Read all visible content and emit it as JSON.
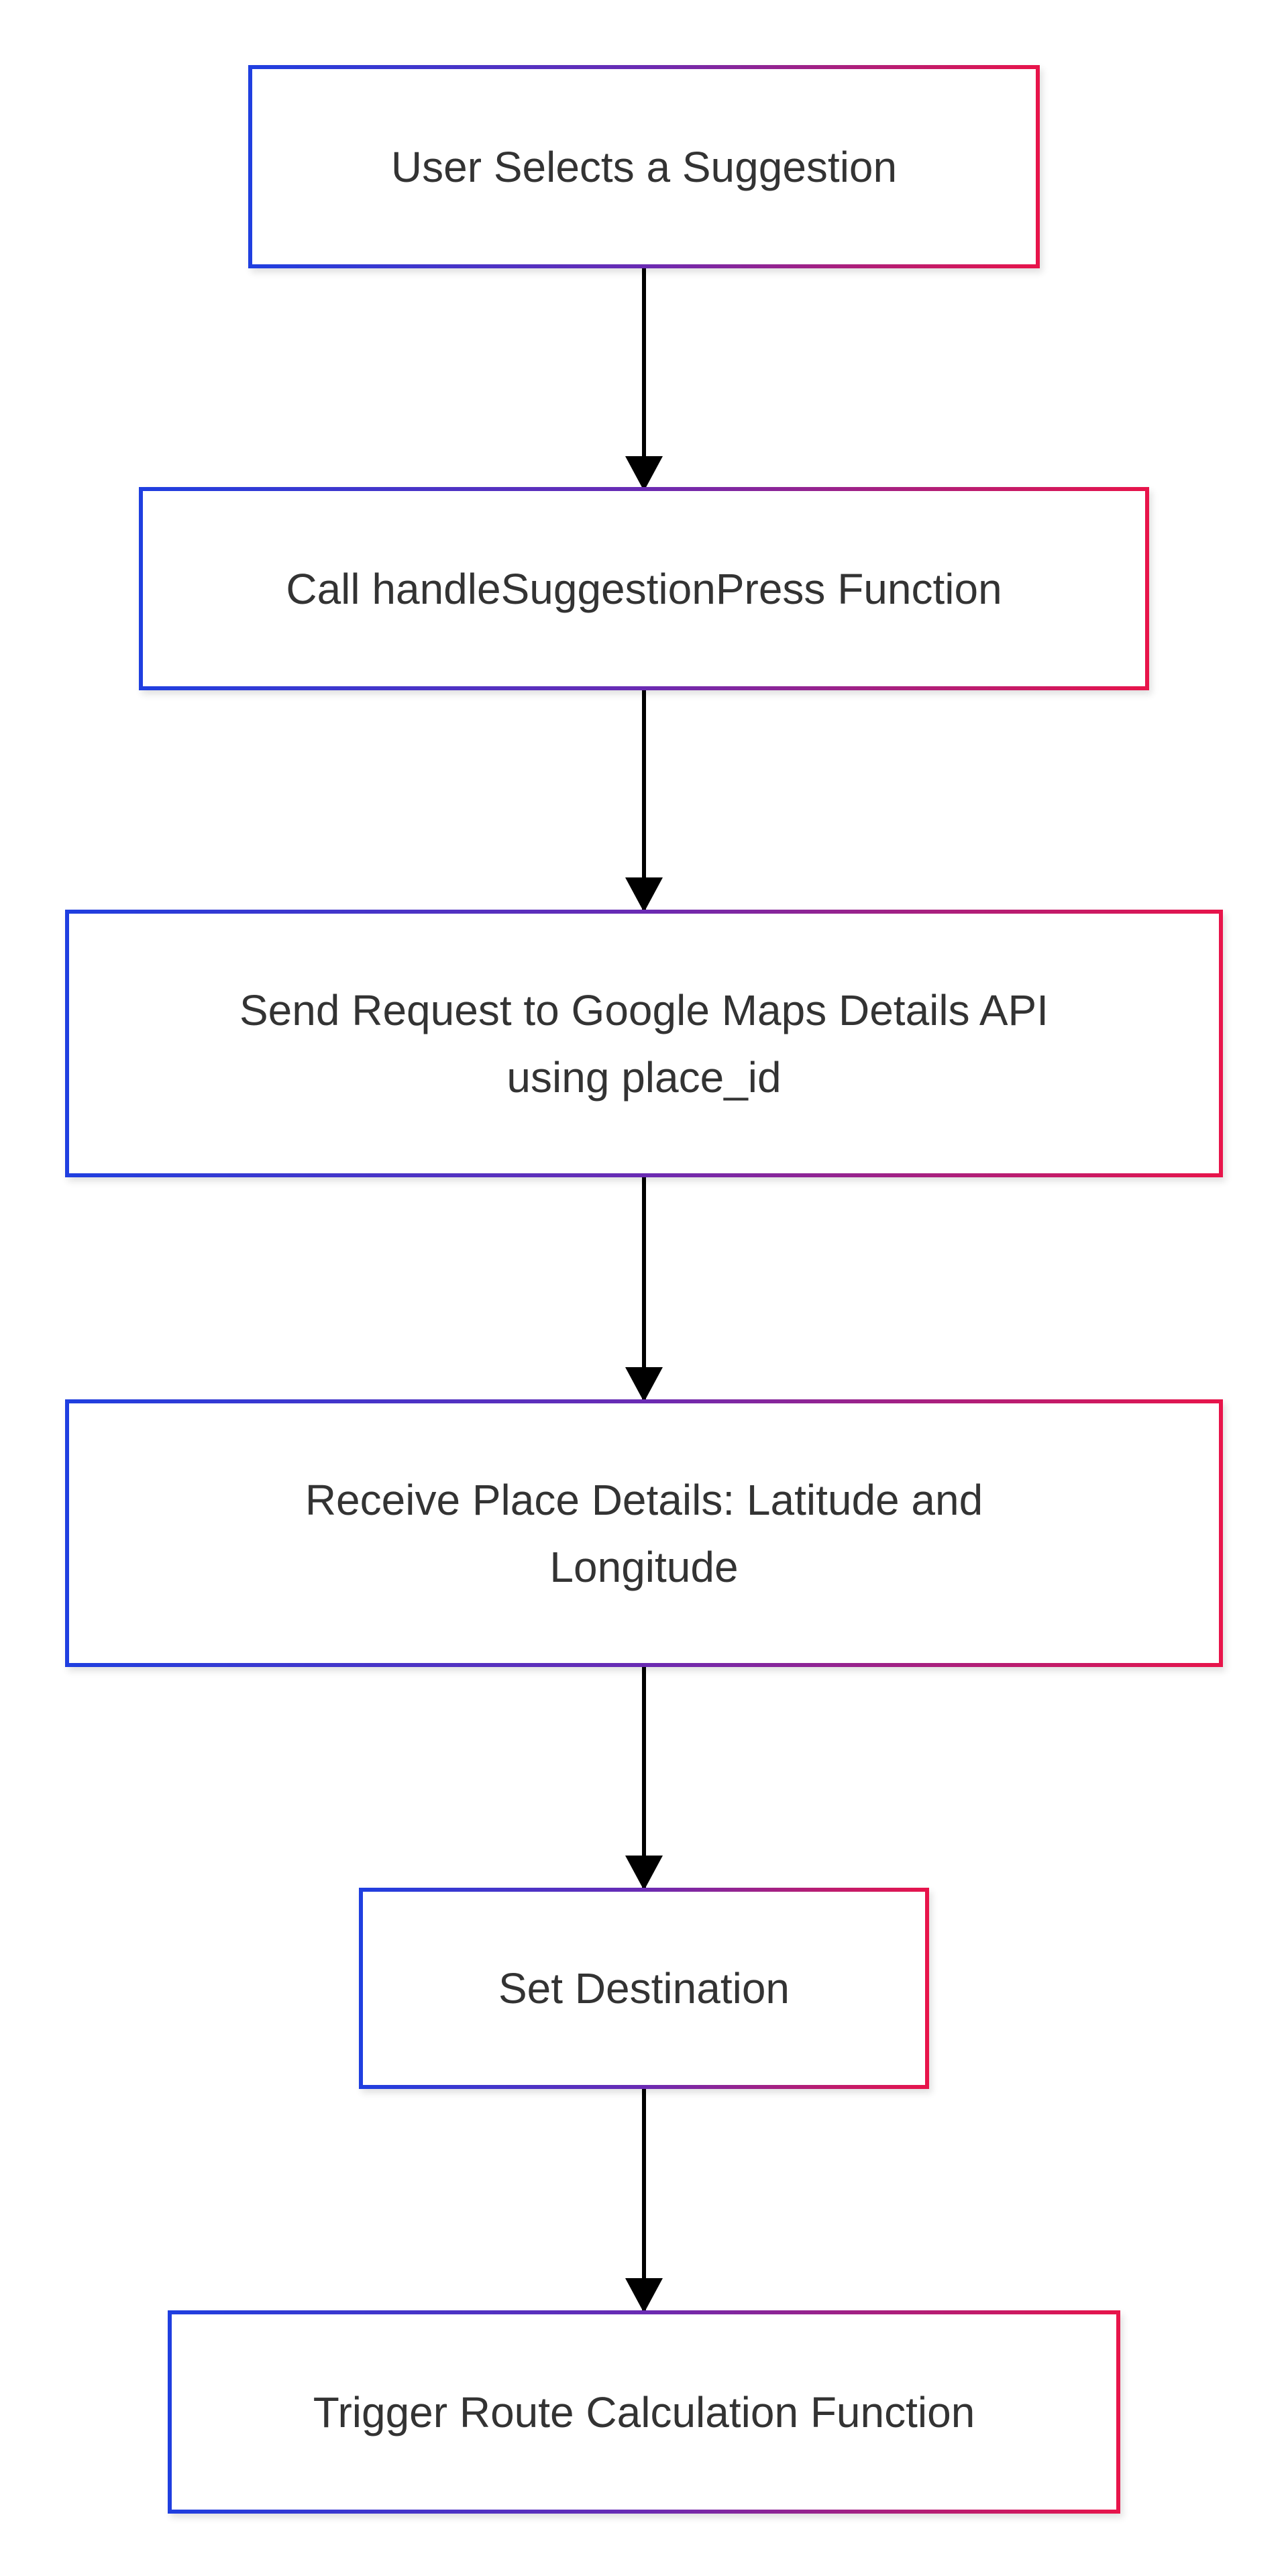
{
  "diagram": {
    "colors": {
      "gradient_start": "#1f3fe0",
      "gradient_end": "#e8144a",
      "text": "#333333",
      "connector": "#000000"
    },
    "nodes": [
      {
        "id": "n1",
        "label": "User Selects a Suggestion"
      },
      {
        "id": "n2",
        "label": "Call handleSuggestionPress Function"
      },
      {
        "id": "n3",
        "label": "Send Request to Google Maps Details API using place_id"
      },
      {
        "id": "n4",
        "label": "Receive Place Details: Latitude and Longitude"
      },
      {
        "id": "n5",
        "label": "Set Destination"
      },
      {
        "id": "n6",
        "label": "Trigger Route Calculation Function"
      }
    ],
    "edges": [
      {
        "from": "n1",
        "to": "n2"
      },
      {
        "from": "n2",
        "to": "n3"
      },
      {
        "from": "n3",
        "to": "n4"
      },
      {
        "from": "n4",
        "to": "n5"
      },
      {
        "from": "n5",
        "to": "n6"
      }
    ]
  }
}
